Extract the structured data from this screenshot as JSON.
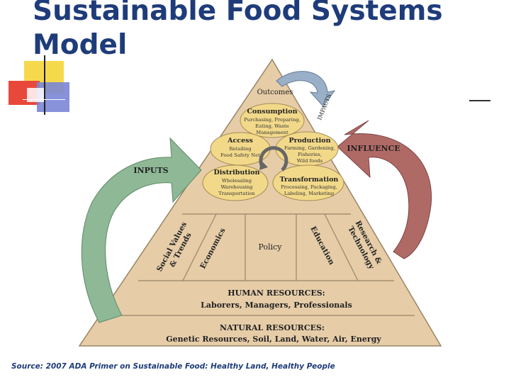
{
  "title": {
    "line1": "Sustainable Food Systems",
    "line2": "Model"
  },
  "pyramid": {
    "outcomes": "Outcomes",
    "impacts": "IMPACTS",
    "inputs": "INPUTS",
    "influence": "INFLUENCE",
    "circles": {
      "consumption": {
        "title": "Consumption",
        "l1": "Purchasing, Preparing,",
        "l2": "Eating, Waste",
        "l3": "Management"
      },
      "access": {
        "title": "Access",
        "l1": "Retailing",
        "l2": "Food Safety Net"
      },
      "production": {
        "title": "Production",
        "l1": "Farming, Gardening,",
        "l2": "Fisheries,",
        "l3": "Wild foods"
      },
      "distribution": {
        "title": "Distribution",
        "l1": "Wholesaling",
        "l2": "Warehousing",
        "l3": "Transportation"
      },
      "transformation": {
        "title": "Transformation",
        "l1": "Processing, Packaging,",
        "l2": "Labeling, Marketing"
      }
    },
    "factors": {
      "social_l1": "Social Values",
      "social_l2": "& Trends",
      "economics": "Economics",
      "policy": "Policy",
      "education": "Education",
      "research_l1": "Research &",
      "research_l2": "Technology"
    },
    "human": {
      "title": "HUMAN RESOURCES:",
      "detail": "Laborers, Managers, Professionals"
    },
    "natural": {
      "title": "NATURAL RESOURCES:",
      "detail": "Genetic Resources, Soil, Land, Water, Air, Energy"
    }
  },
  "source": "Source: 2007 ADA Primer on Sustainable Food: Healthy Land, Healthy People",
  "colors": {
    "title": "#1f3c7a",
    "pyramid_fill": "#e6cda8",
    "pyramid_stroke": "#9a8466",
    "circle_fill": "#f2d98a",
    "inputs_arrow": "#8fb896",
    "influence_arrow": "#b06a66",
    "cycle_arrow": "#9ab0c8"
  }
}
